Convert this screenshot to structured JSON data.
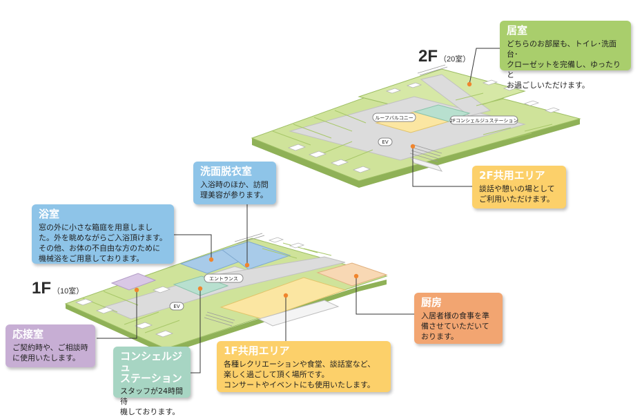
{
  "floors": {
    "second": {
      "label": "2F",
      "rooms": "（20室）"
    },
    "first": {
      "label": "1F",
      "rooms": "（10室）"
    }
  },
  "map_labels": {
    "roof_balcony": "ルーフバルコニー",
    "concierge_2f": "2Fコンシェルジュステーション",
    "ev_2f": "EV",
    "entrance": "エントランス",
    "ev_1f": "EV"
  },
  "callouts": {
    "living_room": {
      "title": "居室",
      "text": "どちらのお部屋も、トイレ･洗面台･\nクローゼットを完備し、ゆったりと\nお過ごしいただけます。"
    },
    "common_2f": {
      "title": "2F共用エリア",
      "text": "談話や憩いの場として\nご利用いただけます。"
    },
    "dressing_room": {
      "title": "洗面脱衣室",
      "text": "入浴時のほか、訪問\n理美容が参ります。"
    },
    "bathroom": {
      "title": "浴室",
      "text": "窓の外に小さな箱庭を用意しまし\nた。外を眺めながらご入浴頂けます。\nその他、お体の不自由な方のために\n機械浴をご用意しております。"
    },
    "kitchen": {
      "title": "厨房",
      "text": "入居者様の食事を準\n備させていただいて\nおります。"
    },
    "reception": {
      "title": "応接室",
      "text": "ご契約時や、ご相談時\nに使用いたします。"
    },
    "concierge": {
      "title": "コンシェルジュ\nステーション",
      "text": "スタッフが24時間待\n機しております。"
    },
    "common_1f": {
      "title": "1F共用エリア",
      "text": "各種レクリエーションや食堂、談話室など、\n楽しく過ごして頂く場所です。\nコンサートやイベントにも使用いたします。"
    }
  },
  "colors": {
    "room_green": "#cfe39a",
    "room_green_dark": "#a7c768",
    "corridor": "#dcdcdc",
    "common_yellow": "#fbe6a2",
    "kitchen_orange": "#f8d8b4",
    "bath_blue": "#a8cbe9",
    "reception_purple": "#d9c8e6",
    "concierge_teal": "#b8e0cf",
    "marker": "#f0852d"
  }
}
